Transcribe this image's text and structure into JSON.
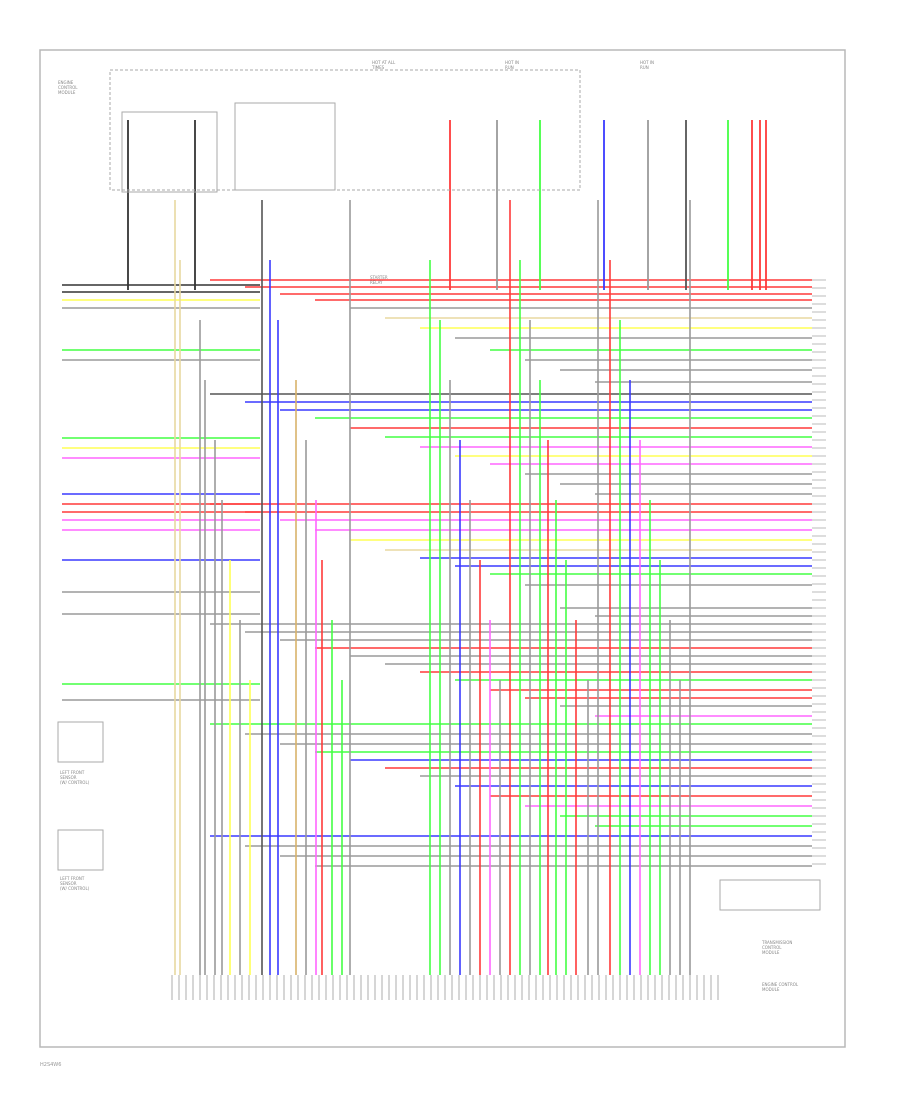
{
  "colors": {
    "frame": "#b0b0b0",
    "black": "#333333",
    "gray": "#9a9a9a",
    "red": "#ff3a3a",
    "green": "#44ff44",
    "blue": "#3a3aff",
    "yellow": "#ffff55",
    "pink": "#ff66ff",
    "orange": "#d9b36a",
    "tan": "#e8d8a0",
    "dark": "#555555"
  },
  "labels": {
    "fuse_top_1": "HOT AT ALL\nTIMES",
    "fuse_top_2": "HOT IN\nRUN",
    "fuse_top_3": "HOT IN\nRUN",
    "left_top_device": "ENGINE\nCONTROL\nMODULE",
    "left_sensor_1": "LEFT FRONT\nSENSOR\n(W/ CONTROL)",
    "left_sensor_2": "LEFT FRONT\nSENSOR\n(W/ CONTROL)",
    "right_device": "TRANSMISSION\nCONTROL\nMODULE",
    "bottom_module": "ENGINE CONTROL\nMODULE",
    "mid_device": "STARTER\nRELAY",
    "footer_id": "H2S4W6"
  }
}
